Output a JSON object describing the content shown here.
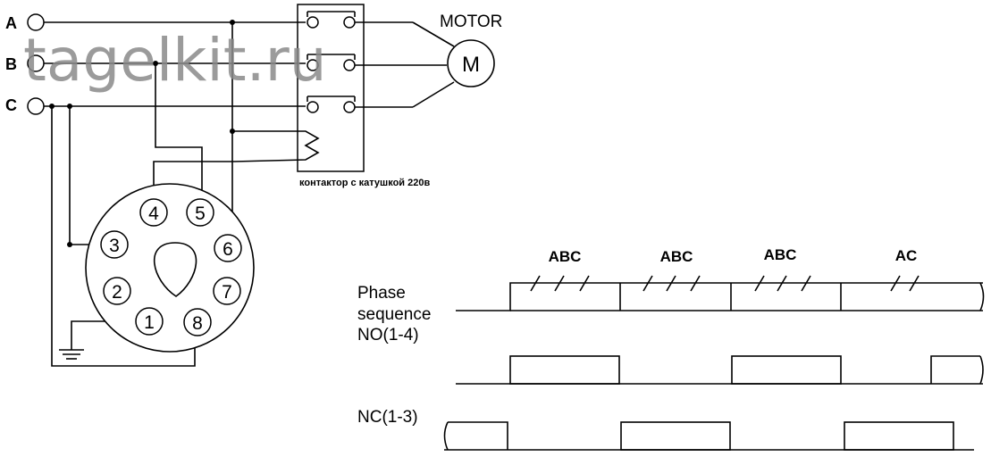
{
  "watermark": "tagelkit.ru",
  "phases": {
    "a": "A",
    "b": "B",
    "c": "C"
  },
  "motor": {
    "title": "MOTOR",
    "symbol": "M"
  },
  "contactor_caption": "контактор с катушкой 220в",
  "relay_pins": [
    "1",
    "2",
    "3",
    "4",
    "5",
    "6",
    "7",
    "8"
  ],
  "timing": {
    "row1_label": [
      "Phase",
      "sequence"
    ],
    "row2_label": "NO(1-4)",
    "row3_label": "NC(1-3)",
    "sequence_labels": [
      "ABC",
      "ABC",
      "ABC",
      "AC"
    ],
    "no_states": [
      0,
      1,
      0,
      1,
      0,
      1
    ],
    "nc_states": [
      1,
      0,
      1,
      0,
      1,
      0
    ]
  }
}
